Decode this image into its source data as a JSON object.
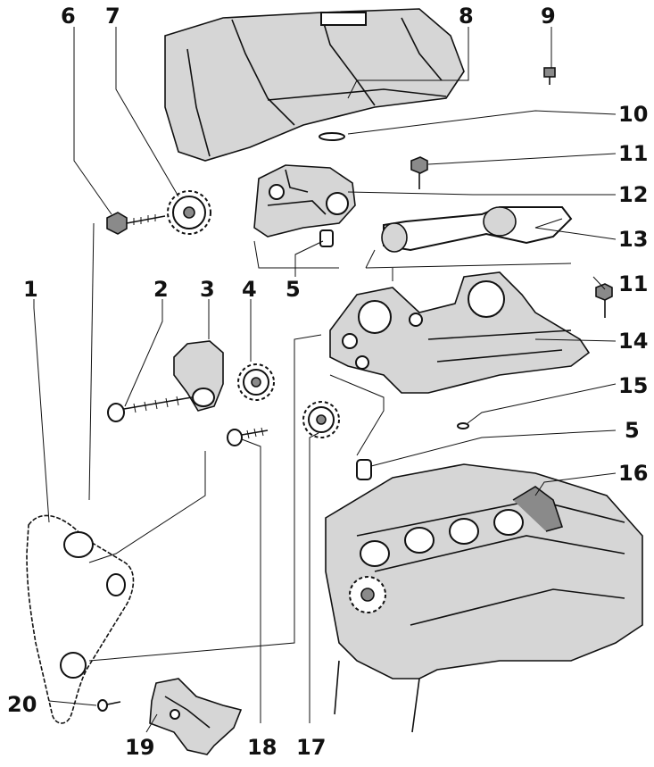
{
  "callouts": {
    "c1": "1",
    "c2": "2",
    "c3": "3",
    "c4": "4",
    "c5a": "5",
    "c5b": "5",
    "c6": "6",
    "c7": "7",
    "c8": "8",
    "c9": "9",
    "c10": "10",
    "c11a": "11",
    "c11b": "11",
    "c12": "12",
    "c13": "13",
    "c14": "14",
    "c15": "15",
    "c16": "16",
    "c17": "17",
    "c18": "18",
    "c19": "19",
    "c20": "20"
  },
  "colors": {
    "ink": "#111111",
    "paper": "#ffffff",
    "shade": "#d6d6d6"
  }
}
